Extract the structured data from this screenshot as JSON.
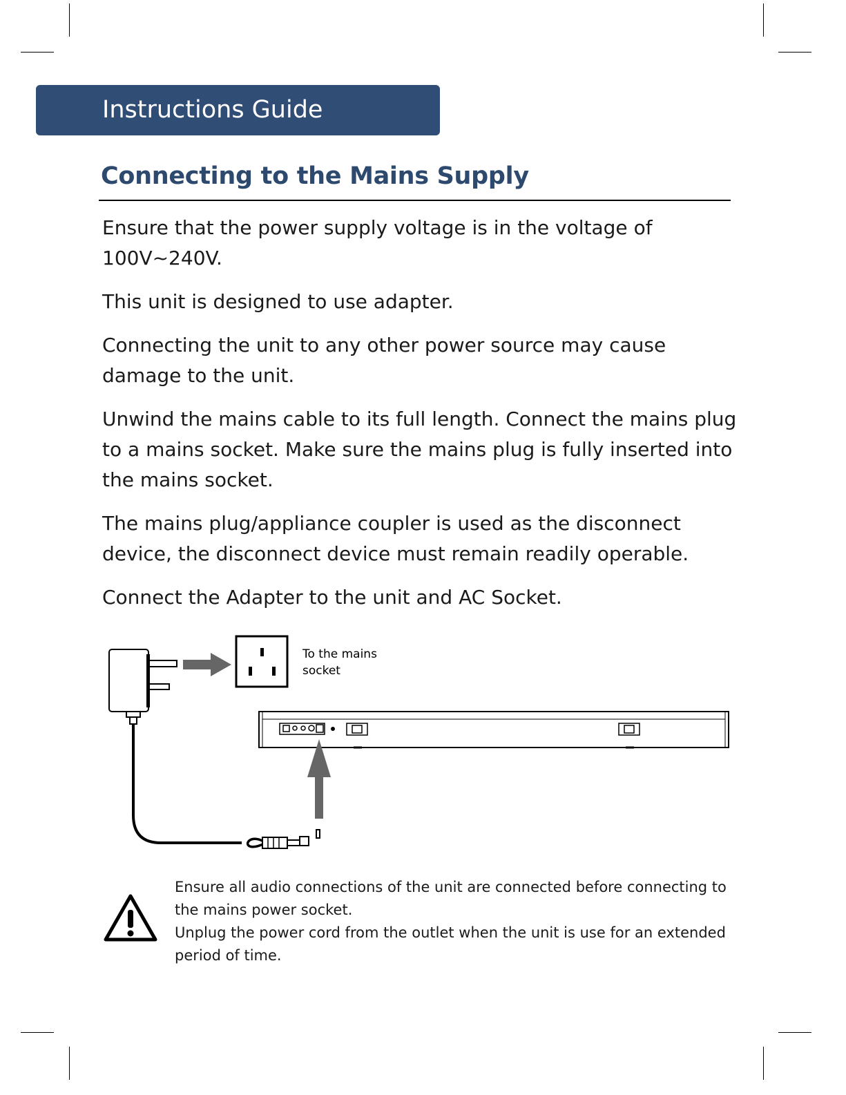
{
  "banner": {
    "title": "Instructions Guide",
    "color": "#304d75"
  },
  "section": {
    "heading": "Connecting to the Mains Supply",
    "heading_color": "#2d4a6e"
  },
  "paragraphs": [
    "Ensure that the power supply voltage is in the voltage of 100V~240V.",
    "This unit is designed to use adapter.",
    "Connecting the unit to any other power source may cause damage to the unit.",
    "Unwind the mains cable to its full length. Connect the mains plug to a mains socket. Make sure the mains plug is fully inserted into the mains socket.",
    "The mains plug/appliance coupler is used as the disconnect device, the disconnect device must remain readily operable.",
    "Connect the Adapter to the unit and AC Socket."
  ],
  "diagram": {
    "socket_label_line1": "To the mains",
    "socket_label_line2": "socket",
    "icons": [
      "power-adapter-icon",
      "mains-socket-icon",
      "soundbar-unit",
      "dc-plug-icon"
    ]
  },
  "warning": {
    "icon": "warning-triangle-icon",
    "line1": "Ensure all audio connections of the unit are connected before connecting to the mains power socket.",
    "line2": "Unplug the power cord from the outlet when the unit is use for an extended period of time."
  }
}
